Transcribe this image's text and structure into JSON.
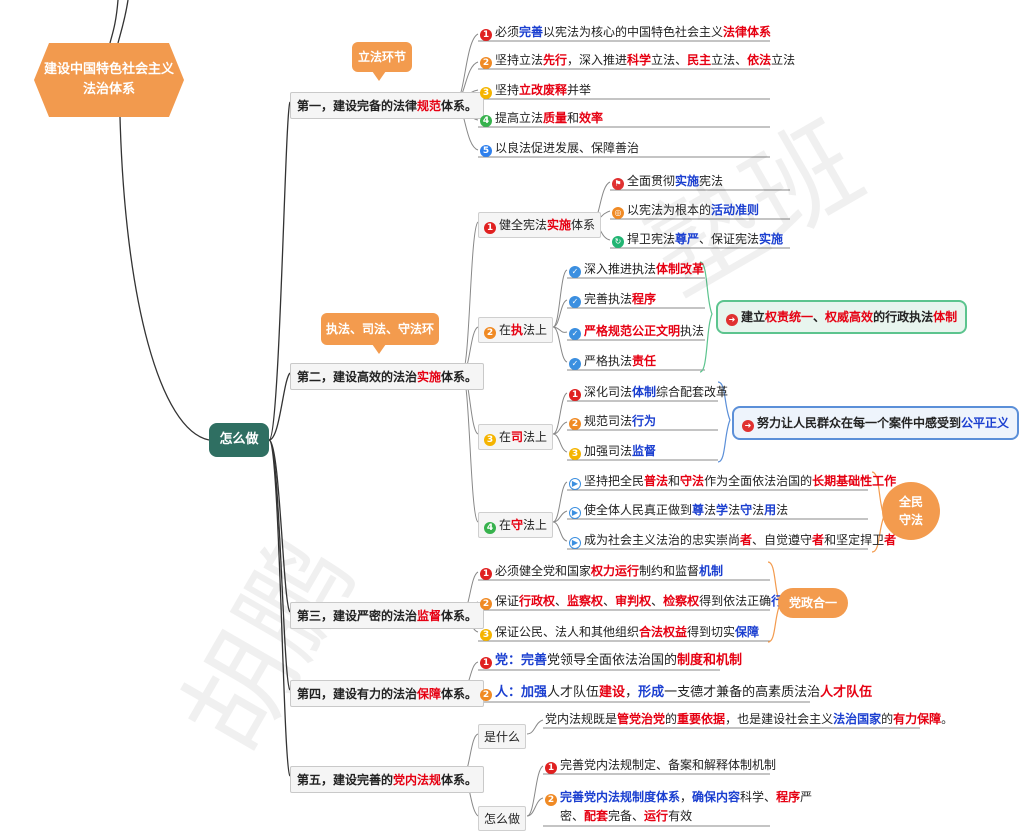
{
  "root": {
    "line1": "建设中国特色社会主义",
    "line2": "法治体系"
  },
  "how": "怎么做",
  "callouts": {
    "lifa": "立法环节",
    "zhifa": "执法、司法、守法环节"
  },
  "t1": {
    "label": "第一，建设完备的法律",
    "hl": "规范",
    "tail": "体系。",
    "items": [
      {
        "n": "1",
        "p": [
          "必须",
          {
            "b": "完善"
          },
          "以宪法为核心的中国特色社会主义",
          {
            "r": "法律体系"
          }
        ]
      },
      {
        "n": "2",
        "p": [
          "坚持立法",
          {
            "r": "先行"
          },
          "，深入推进",
          {
            "r": "科学"
          },
          "立法、",
          {
            "r": "民主"
          },
          "立法、",
          {
            "r": "依法"
          },
          "立法"
        ]
      },
      {
        "n": "3",
        "p": [
          "坚持",
          {
            "r": "立改废释"
          },
          "并举"
        ]
      },
      {
        "n": "4",
        "p": [
          "提高立法",
          {
            "r": "质量"
          },
          "和",
          {
            "r": "效率"
          }
        ]
      },
      {
        "n": "5",
        "p": [
          "以良法促进发展、保障善治"
        ]
      }
    ]
  },
  "t2": {
    "label": "第二，建设高效的法治",
    "hl": "实施",
    "tail": "体系。",
    "s1": {
      "pre": "健全宪法",
      "hl": "实施",
      "tail": "体系",
      "items": [
        {
          "p": [
            "全面贯彻",
            {
              "b": "实施"
            },
            "宪法"
          ]
        },
        {
          "p": [
            "以宪法为根本的",
            {
              "b": "活动准则"
            }
          ]
        },
        {
          "p": [
            "捍卫宪法",
            {
              "b": "尊严"
            },
            "、保证宪法",
            {
              "b": "实施"
            }
          ]
        }
      ]
    },
    "s2": {
      "pre": "在",
      "hl": "执",
      "tail": "法上",
      "items": [
        {
          "p": [
            "深入推进执法",
            {
              "r": "体制改革"
            }
          ]
        },
        {
          "p": [
            "完善执法",
            {
              "r": "程序"
            }
          ]
        },
        {
          "p": [
            {
              "r": "严格规范公正文明"
            },
            "执法"
          ]
        },
        {
          "p": [
            "严格执法",
            {
              "r": "责任"
            }
          ]
        }
      ],
      "summary": {
        "p": [
          "建立",
          {
            "r": "权责统一"
          },
          "、",
          {
            "r": "权威高效"
          },
          "的行政执法",
          {
            "r": "体制"
          }
        ]
      }
    },
    "s3": {
      "pre": "在",
      "hl": "司",
      "tail": "法上",
      "items": [
        {
          "n": "1",
          "p": [
            "深化司法",
            {
              "b": "体制"
            },
            "综合配套改革"
          ]
        },
        {
          "n": "2",
          "p": [
            "规范司法",
            {
              "b": "行为"
            }
          ]
        },
        {
          "n": "3",
          "p": [
            "加强司法",
            {
              "b": "监督"
            }
          ]
        }
      ],
      "summary": {
        "p": [
          "努力让人民群众在每一个案件中感受到",
          {
            "b": "公平正义"
          }
        ]
      }
    },
    "s4": {
      "pre": "在",
      "hl": "守",
      "tail": "法上",
      "items": [
        {
          "p": [
            "坚持把全民",
            {
              "r": "普法"
            },
            "和",
            {
              "r": "守法"
            },
            "作为全面依法治国的",
            {
              "r": "长期基础性工作"
            }
          ]
        },
        {
          "p": [
            "使全体人民真正做到",
            {
              "b": "尊"
            },
            "法",
            {
              "b": "学"
            },
            "法",
            {
              "b": "守"
            },
            "法",
            {
              "b": "用"
            },
            "法"
          ]
        },
        {
          "p": [
            "成为社会主义法治的忠实崇尚",
            {
              "r": "者"
            },
            "、自觉遵守",
            {
              "r": "者"
            },
            "和坚定捍卫",
            {
              "r": "者"
            }
          ]
        }
      ],
      "pill1": "全民",
      "pill2": "守法"
    }
  },
  "t3": {
    "label": "第三，建设严密的法治",
    "hl": "监督",
    "tail": "体系。",
    "items": [
      {
        "n": "1",
        "p": [
          "必须健全党和国家",
          {
            "r": "权力运行"
          },
          "制约和监督",
          {
            "b": "机制"
          }
        ]
      },
      {
        "n": "2",
        "p": [
          "保证",
          {
            "r": "行政权"
          },
          "、",
          {
            "r": "监察权"
          },
          "、",
          {
            "r": "审判权"
          },
          "、",
          {
            "r": "检察权"
          },
          "得到依法正确",
          {
            "b": "行使"
          }
        ]
      },
      {
        "n": "3",
        "p": [
          "保证公民、法人和其他组织",
          {
            "r": "合法权益"
          },
          "得到切实",
          {
            "b": "保障"
          }
        ]
      }
    ],
    "pill": "党政合一"
  },
  "t4": {
    "label": "第四，建设有力的法治",
    "hl": "保障",
    "tail": "体系。",
    "items": [
      {
        "n": "1",
        "p": [
          {
            "b": "党："
          },
          {
            "b": "完善"
          },
          "党领导全面依法治国的",
          {
            "r": "制度和机制"
          }
        ]
      },
      {
        "n": "2",
        "p": [
          {
            "b": "人："
          },
          {
            "b": "加强"
          },
          "人才队伍",
          {
            "r": "建设"
          },
          "，",
          {
            "b": "形成"
          },
          "一支德才兼备的高素质法治",
          {
            "r": "人才队伍"
          }
        ]
      }
    ]
  },
  "t5": {
    "label": "第五，建设完善的",
    "hl": "党内法规",
    "tail": "体系。",
    "what": "是什么",
    "what_text": {
      "p": [
        "党内法规既是",
        {
          "r": "管党治党"
        },
        "的",
        {
          "r": "重要依据"
        },
        "，也是建设社会主义",
        {
          "b": "法治国家"
        },
        "的",
        {
          "r": "有力保障"
        },
        "。"
      ]
    },
    "how": "怎么做",
    "how_items": [
      {
        "n": "1",
        "p": [
          "完善党内法规制定、备案和解释体制机制"
        ]
      },
      {
        "n": "2",
        "p": [
          {
            "b": "完善党内法规制度体系"
          },
          "，",
          {
            "b": "确保内容"
          },
          "科学、",
          {
            "r": "程序"
          },
          "严"
        ]
      },
      {
        "p": [
          "密、",
          {
            "r": "配套"
          },
          "完备、",
          {
            "r": "运行"
          },
          "有效"
        ]
      }
    ]
  },
  "colors": {
    "accent": "#f39b4e",
    "root_green": "#2f6f62",
    "red": "#e60012",
    "blue": "#1b3fd0",
    "summary_border": "#5cc48e"
  }
}
